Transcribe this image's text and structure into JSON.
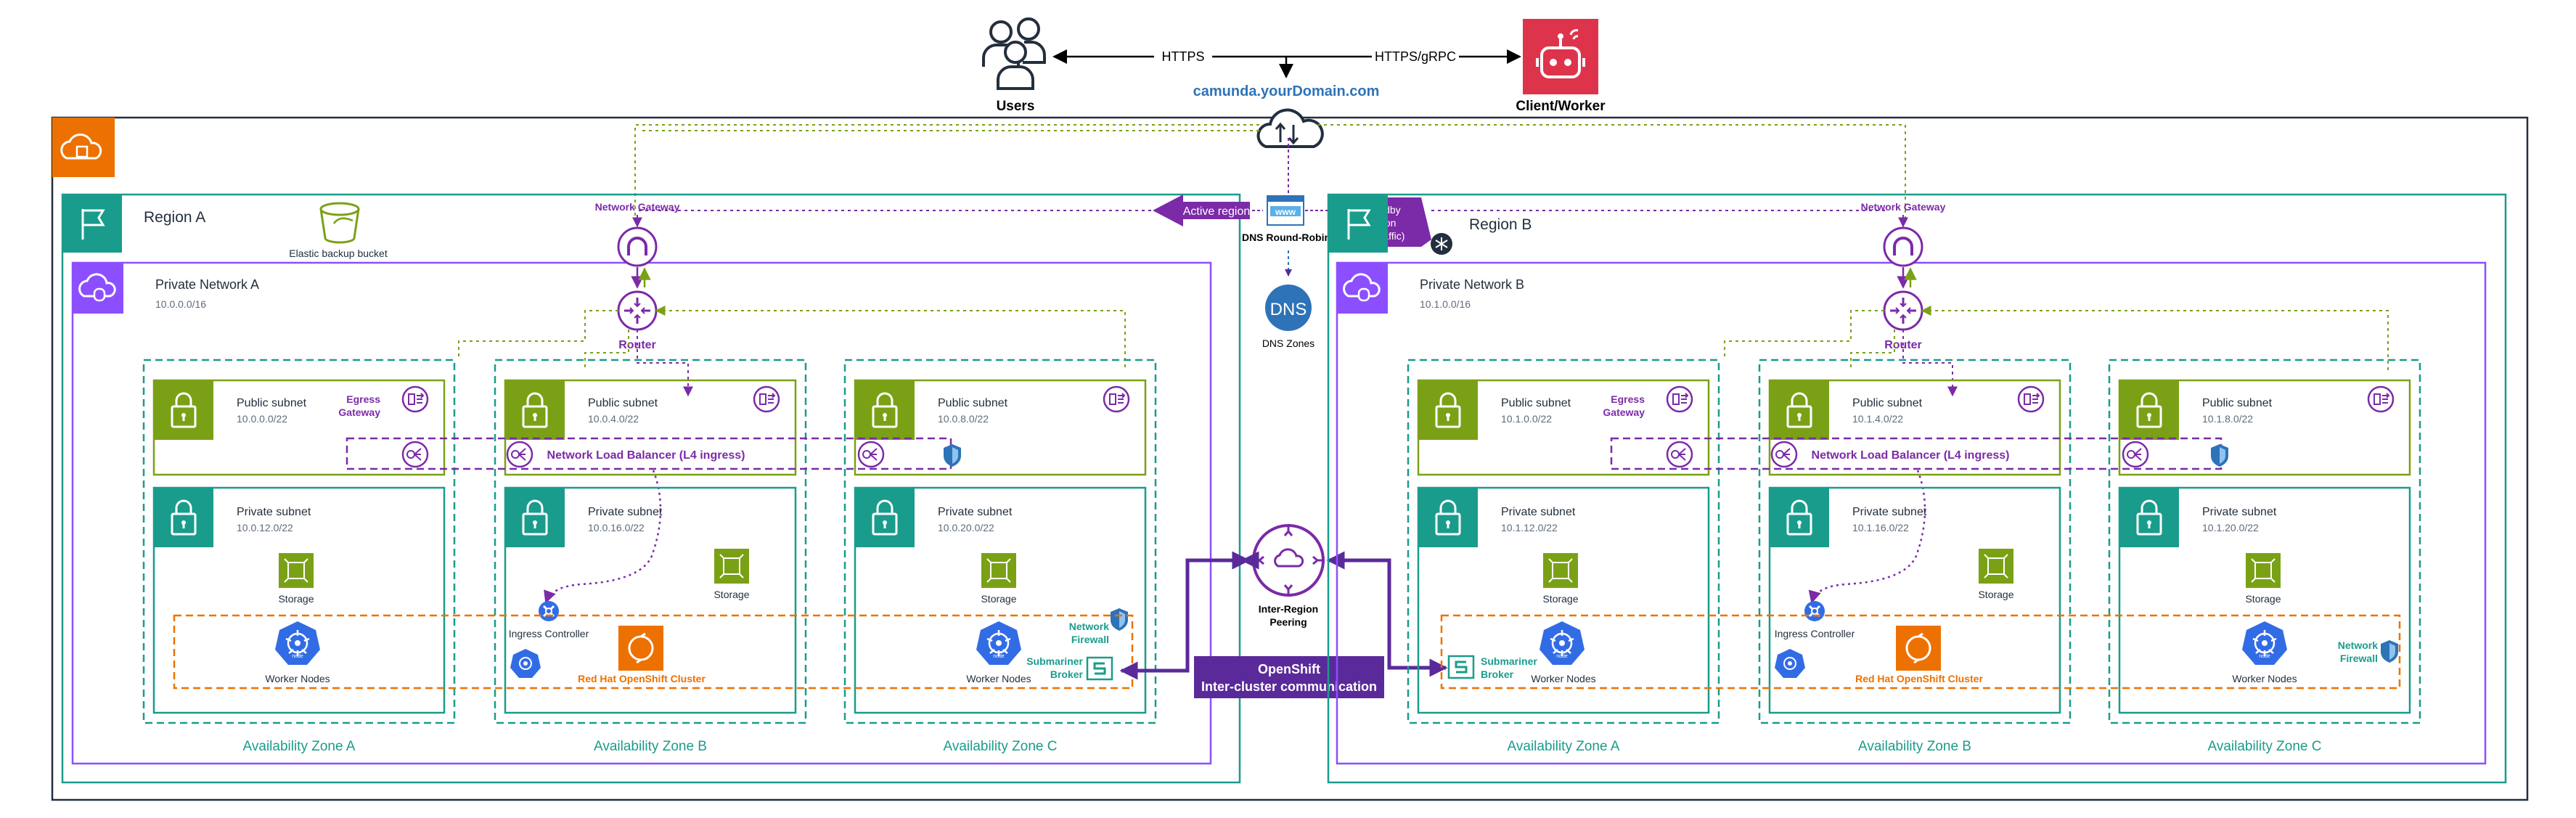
{
  "top": {
    "users_label": "Users",
    "client_label": "Client/Worker",
    "https_label": "HTTPS",
    "grpc_label": "HTTPS/gRPC",
    "domain_label": "camunda.yourDomain.com"
  },
  "center": {
    "active_region": "Active region",
    "standby_region": [
      "Standby",
      "region",
      "(no traffic)"
    ],
    "dns_round_robin": "DNS Round-Robin",
    "www_label": "www",
    "dns_label": "DNS",
    "dns_zones": "DNS Zones",
    "peering": [
      "Inter-Region",
      "Peering"
    ],
    "openshift_comm": [
      "OpenShift",
      "Inter-cluster communication"
    ]
  },
  "region_a": {
    "name": "Region A",
    "backup_bucket": "Elastic backup bucket",
    "network_name": "Private Network A",
    "network_cidr": "10.0.0.0/16",
    "network_gateway": "Network Gateway",
    "router": "Router",
    "egress": [
      "Egress",
      "Gateway"
    ],
    "nlb": "Network Load Balancer (L4 ingress)",
    "ingress_controller": "Ingress Controller",
    "openshift_cluster": "Red Hat OpenShift Cluster",
    "network_firewall": [
      "Network",
      "Firewall"
    ],
    "submariner": [
      "Submariner",
      "Broker"
    ],
    "zones": [
      {
        "name": "Availability Zone A",
        "public_label": "Public subnet",
        "public_cidr": "10.0.0.0/22",
        "private_label": "Private subnet",
        "private_cidr": "10.0.12.0/22",
        "storage": "Storage",
        "workers": "Worker Nodes"
      },
      {
        "name": "Availability Zone B",
        "public_label": "Public subnet",
        "public_cidr": "10.0.4.0/22",
        "private_label": "Private subnet",
        "private_cidr": "10.0.16.0/22",
        "storage": "Storage",
        "workers": ""
      },
      {
        "name": "Availability Zone C",
        "public_label": "Public subnet",
        "public_cidr": "10.0.8.0/22",
        "private_label": "Private subnet",
        "private_cidr": "10.0.20.0/22",
        "storage": "Storage",
        "workers": "Worker Nodes"
      }
    ]
  },
  "region_b": {
    "name": "Region B",
    "network_name": "Private Network B",
    "network_cidr": "10.1.0.0/16",
    "network_gateway": "Network Gateway",
    "router": "Router",
    "egress": [
      "Egress",
      "Gateway"
    ],
    "nlb": "Network Load Balancer (L4 ingress)",
    "ingress_controller": "Ingress Controller",
    "openshift_cluster": "Red Hat OpenShift Cluster",
    "network_firewall": [
      "Network",
      "Firewall"
    ],
    "submariner": [
      "Submariner",
      "Broker"
    ],
    "zones": [
      {
        "name": "Availability Zone A",
        "public_label": "Public subnet",
        "public_cidr": "10.1.0.0/22",
        "private_label": "Private subnet",
        "private_cidr": "10.1.12.0/22",
        "storage": "Storage",
        "workers": "Worker Nodes"
      },
      {
        "name": "Availability Zone B",
        "public_label": "Public subnet",
        "public_cidr": "10.1.4.0/22",
        "private_label": "Private subnet",
        "private_cidr": "10.1.16.0/22",
        "storage": "Storage",
        "workers": ""
      },
      {
        "name": "Availability Zone C",
        "public_label": "Public subnet",
        "public_cidr": "10.1.8.0/22",
        "private_label": "Private subnet",
        "private_cidr": "10.1.20.0/22",
        "storage": "Storage",
        "workers": "Worker Nodes"
      }
    ]
  },
  "icons": {
    "cloud": "aws-cloud-icon",
    "flag": "region-flag-icon",
    "lock": "lock-icon",
    "storage": "storage-icon",
    "kubernetes": "kubernetes-node-icon",
    "gateway": "gateway-icon",
    "router": "router-icon",
    "bucket": "bucket-icon"
  },
  "colors": {
    "purple": "#7b2aa8",
    "teal": "#1a9c8c",
    "green": "#7aa116",
    "orange": "#ed7100",
    "red": "#dd344c",
    "blue": "#2e73b8"
  }
}
